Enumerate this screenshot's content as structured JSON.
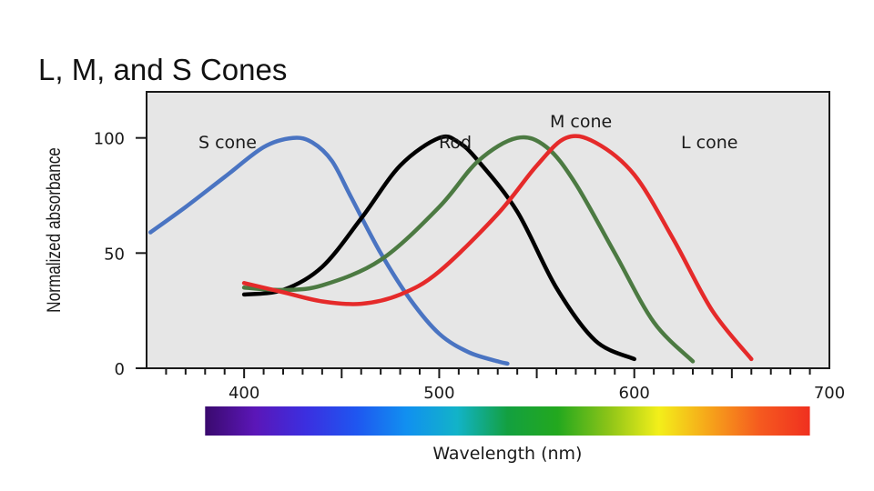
{
  "slide": {
    "title": "L, M, and S Cones"
  },
  "chart_data": {
    "type": "line",
    "title": "",
    "xlabel": "Wavelength (nm)",
    "ylabel": "Normalized absorbance",
    "xlim": [
      350,
      700
    ],
    "ylim": [
      0,
      120
    ],
    "x_ticks": [
      400,
      500,
      600,
      700
    ],
    "y_ticks": [
      0,
      50,
      100
    ],
    "grid": false,
    "background_color": "#e6e6e6",
    "spectrum_bar": {
      "x_range": [
        380,
        690
      ],
      "colors": [
        "#3a0a6e",
        "#5b16b8",
        "#3b2fe0",
        "#1f56f0",
        "#1190f0",
        "#12b3c8",
        "#13a040",
        "#23a81e",
        "#8cc418",
        "#f3ef1a",
        "#f6a51a",
        "#f55a1f",
        "#f0301f"
      ]
    },
    "series": [
      {
        "name": "S cone",
        "color": "#4a74c2",
        "x": [
          352,
          370,
          390,
          410,
          425,
          435,
          445,
          455,
          470,
          485,
          500,
          515,
          530,
          535
        ],
        "y": [
          59,
          70,
          83,
          96,
          100,
          98,
          90,
          74,
          50,
          30,
          15,
          7,
          3,
          2
        ]
      },
      {
        "name": "Rod",
        "color": "#000000",
        "x": [
          400,
          420,
          440,
          460,
          480,
          500,
          510,
          520,
          540,
          560,
          580,
          600
        ],
        "y": [
          32,
          34,
          44,
          65,
          88,
          100,
          98,
          90,
          68,
          35,
          12,
          4
        ]
      },
      {
        "name": "M cone",
        "color": "#4c7a42",
        "x": [
          400,
          420,
          440,
          470,
          500,
          520,
          540,
          555,
          570,
          590,
          610,
          630
        ],
        "y": [
          35,
          34,
          36,
          47,
          70,
          90,
          100,
          96,
          80,
          50,
          20,
          3
        ]
      },
      {
        "name": "L cone",
        "color": "#e52a2a",
        "x": [
          400,
          420,
          440,
          460,
          480,
          500,
          530,
          550,
          565,
          580,
          600,
          620,
          640,
          660
        ],
        "y": [
          37,
          33,
          29,
          28,
          32,
          42,
          67,
          88,
          100,
          98,
          84,
          56,
          25,
          4
        ]
      }
    ]
  }
}
